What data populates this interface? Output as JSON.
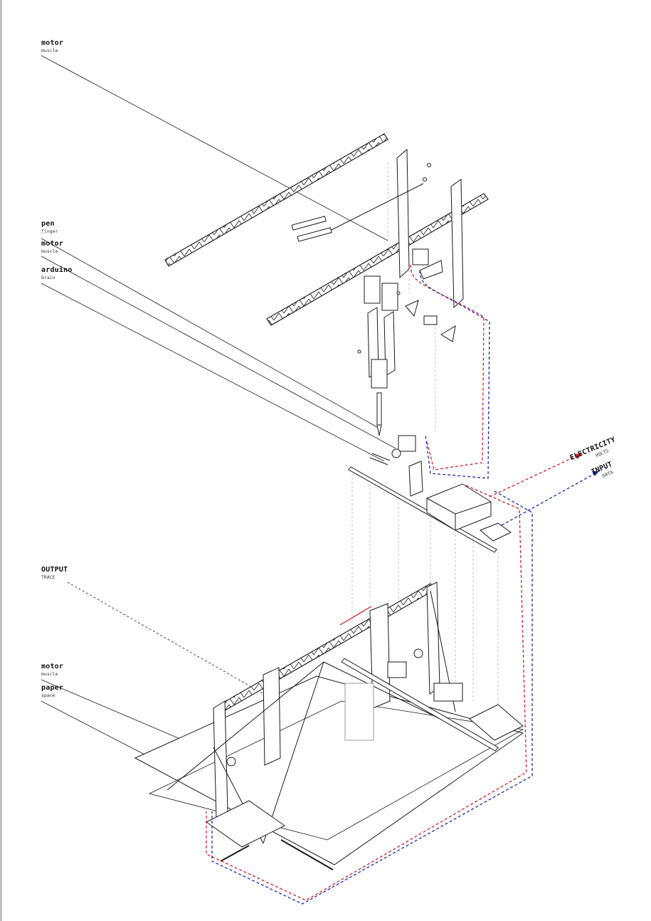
{
  "callouts_left": [
    {
      "title": "motor",
      "subtitle": "muscle"
    },
    {
      "title": "pen",
      "subtitle": "finger"
    },
    {
      "title": "motor",
      "subtitle": "muscle"
    },
    {
      "title": "arduino",
      "subtitle": "brain"
    },
    {
      "title": "OUTPUT",
      "subtitle": "TRACE"
    },
    {
      "title": "motor",
      "subtitle": "muscle"
    },
    {
      "title": "paper",
      "subtitle": "space"
    }
  ],
  "callouts_right": [
    {
      "title": "ELECTRICITY",
      "subtitle": "VOLTS"
    },
    {
      "title": "INPUT",
      "subtitle": "DATA"
    }
  ],
  "colors": {
    "line": "#1a1a1a",
    "ghost": "#9a9a9a",
    "electricity": "#d0202a",
    "data": "#1c2aa8"
  }
}
